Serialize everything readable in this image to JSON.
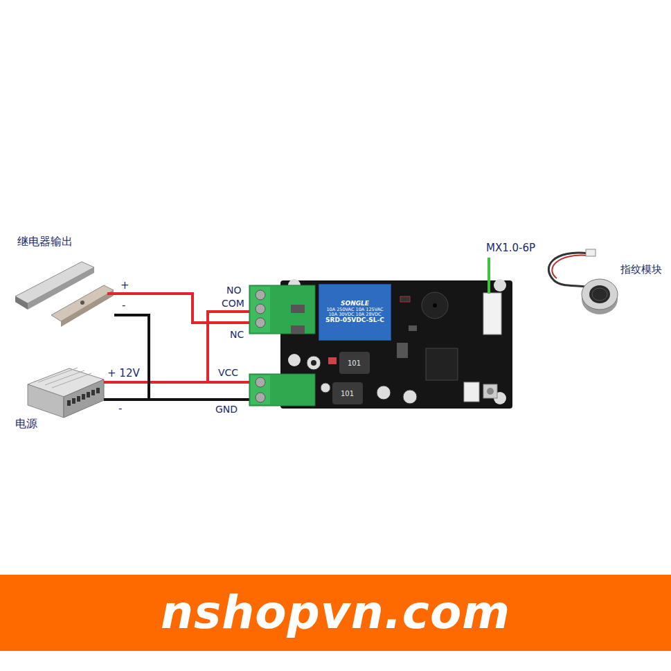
{
  "diagram": {
    "nodes": [
      {
        "text": [
          "nshopvn.com"
        ]
      },
      {
        "text": [
          "SONGLE",
          "10A 250VAC 10A 125VAC 10A 30VDC 10A 28VDC",
          "SRD-05VDC-SL-C"
        ]
      }
    ],
    "labels": [
      "继电器输出",
      "+",
      "-",
      "+ 12V",
      "-",
      "电源",
      "NO",
      "COM",
      "NC",
      "VCC",
      "GND",
      "MX1.0-6P",
      "指纹模块",
      "101",
      "101"
    ]
  }
}
